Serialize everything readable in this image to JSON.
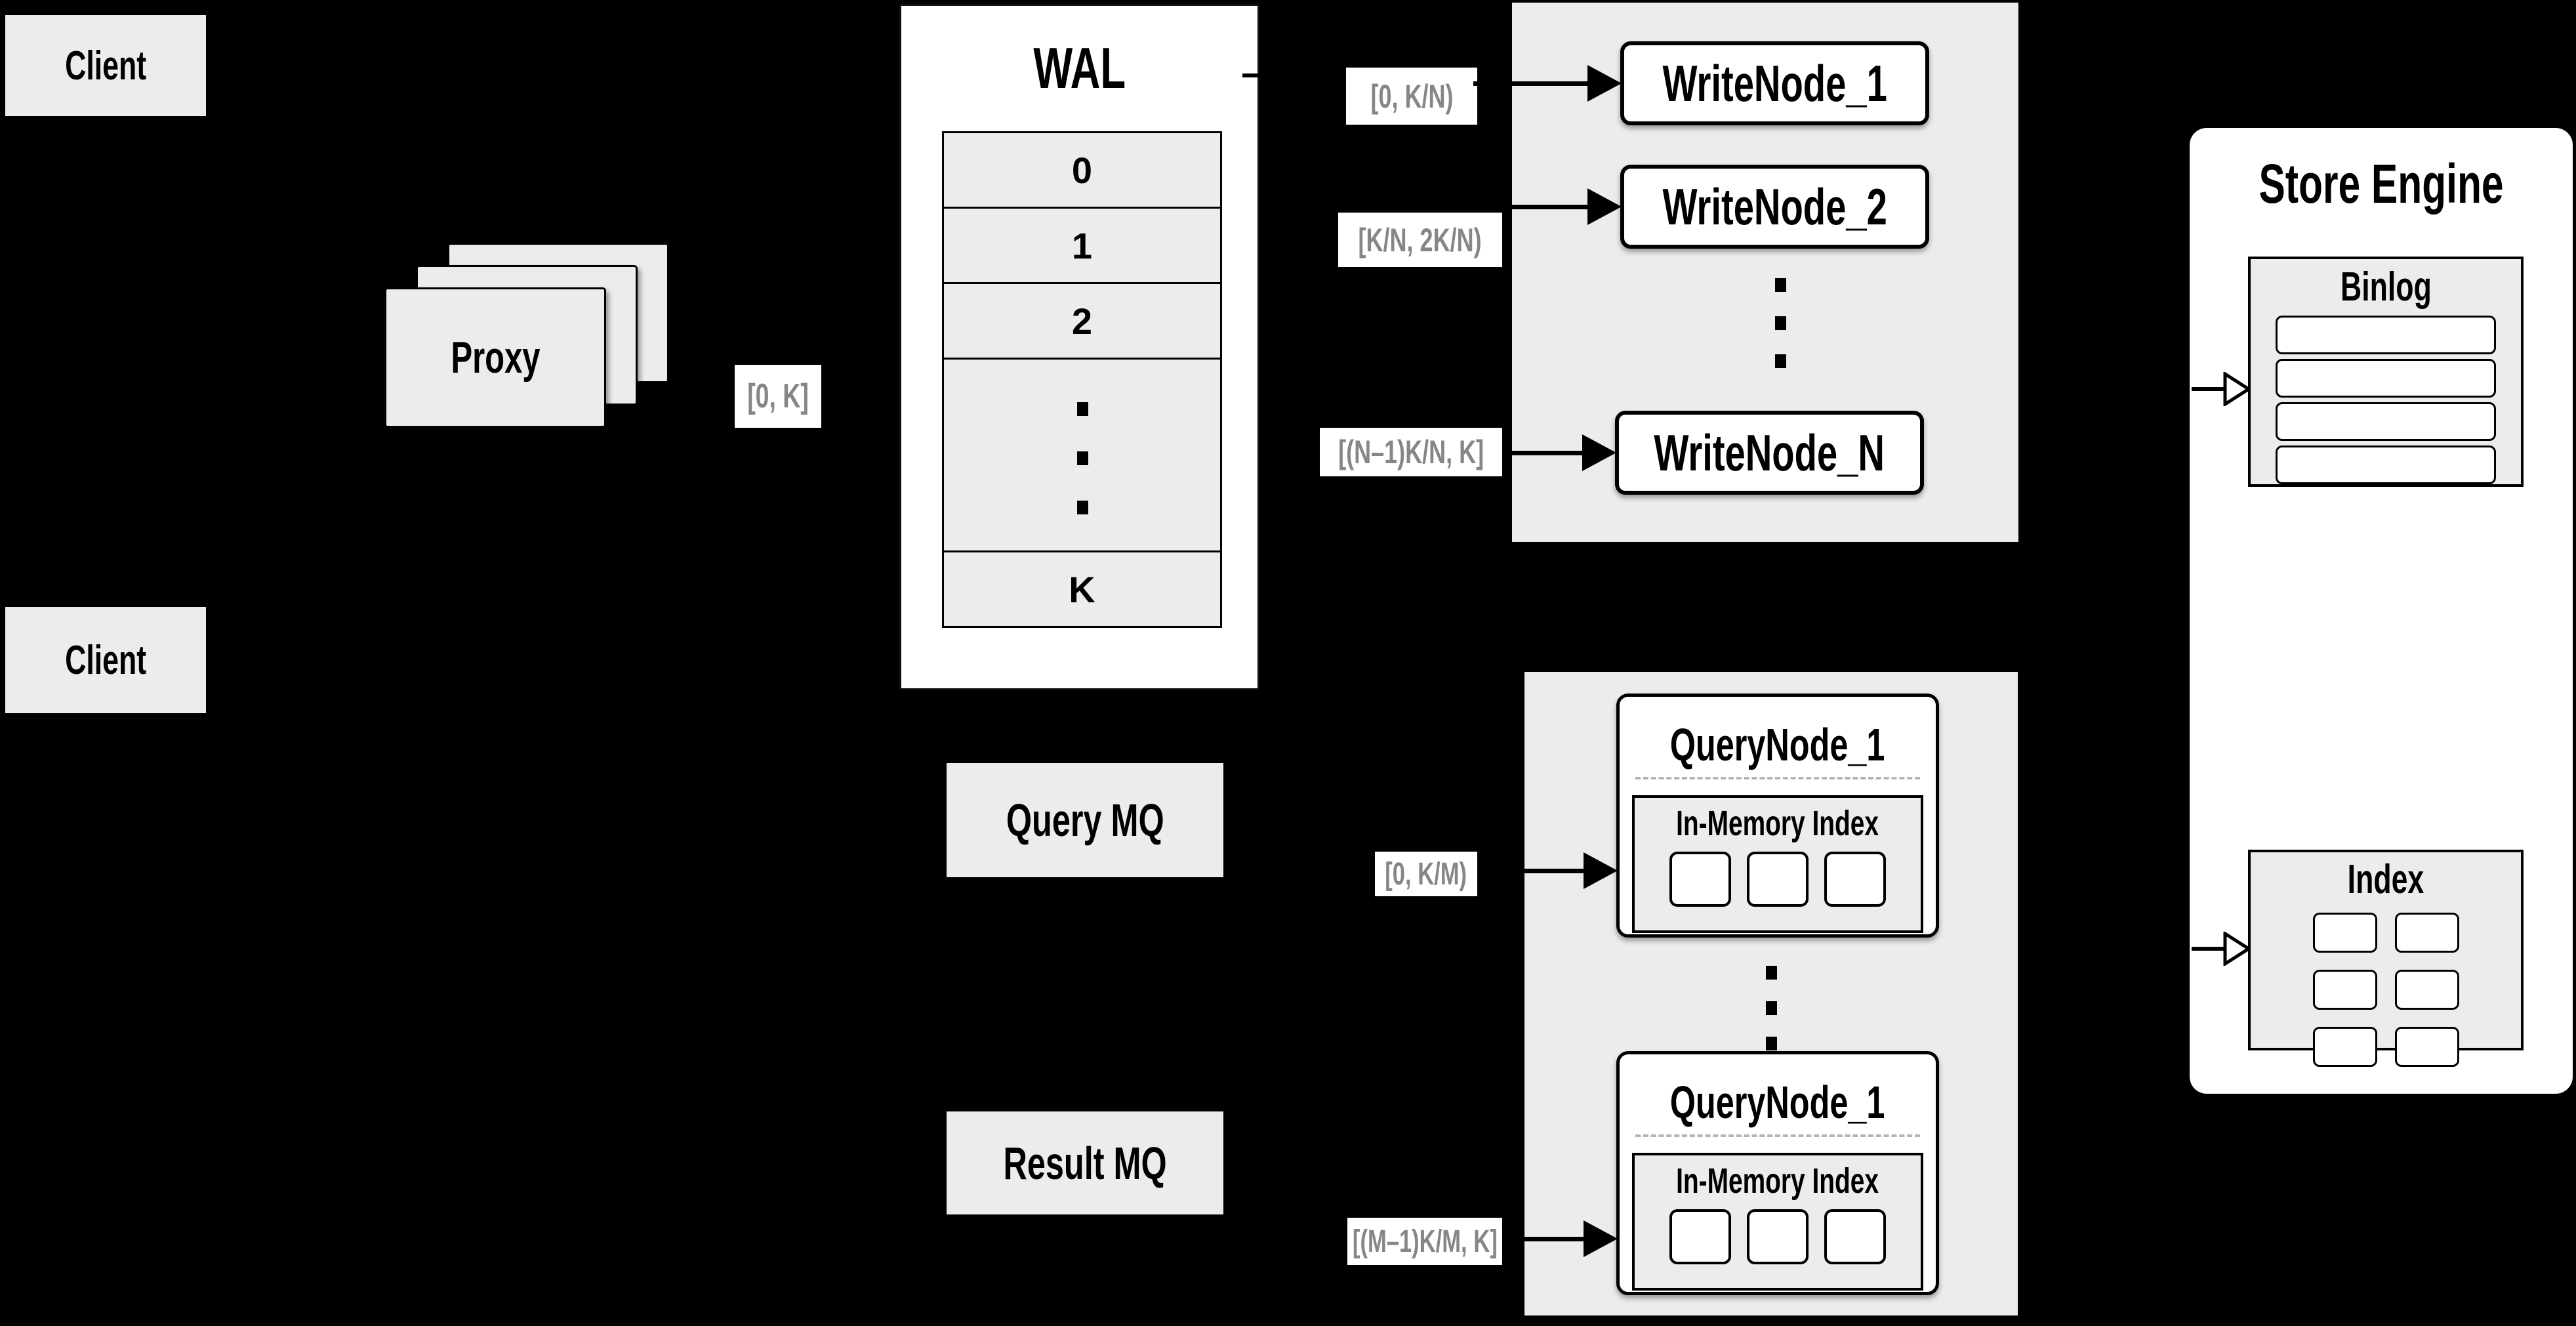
{
  "colors": {
    "background": "#000000",
    "panel_fill": "#ececec",
    "node_fill": "#ffffff",
    "line": "#000000",
    "label_text": "#868686",
    "divider_dash": "#b3b3b3"
  },
  "clients": {
    "top": "Client",
    "bottom": "Client"
  },
  "proxy": {
    "label": "Proxy"
  },
  "wal": {
    "title": "WAL",
    "rows": [
      "0",
      "1",
      "2"
    ],
    "last_row": "K"
  },
  "write_group": {
    "node_1": "WriteNode_1",
    "node_2": "WriteNode_2",
    "node_n": "WriteNode_N"
  },
  "store_engine": {
    "title": "Store Engine",
    "binlog_title": "Binlog",
    "index_title": "Index"
  },
  "mq": {
    "query_label": "Query MQ",
    "result_label": "Result MQ"
  },
  "query_group": {
    "node_top_title": "QueryNode_1",
    "node_bottom_title": "QueryNode_1",
    "inmem_top_title": "In-Memory Index",
    "inmem_bottom_title": "In-Memory Index"
  },
  "range_labels": {
    "proxy_out": "[0, K]",
    "write_1": "[0,  K/N)",
    "write_2": "[K/N, 2K/N)",
    "write_n": "[(N–1)K/N,  K]",
    "query_first": "[0, K/M)",
    "query_last": "[(M–1)K/M, K]"
  }
}
